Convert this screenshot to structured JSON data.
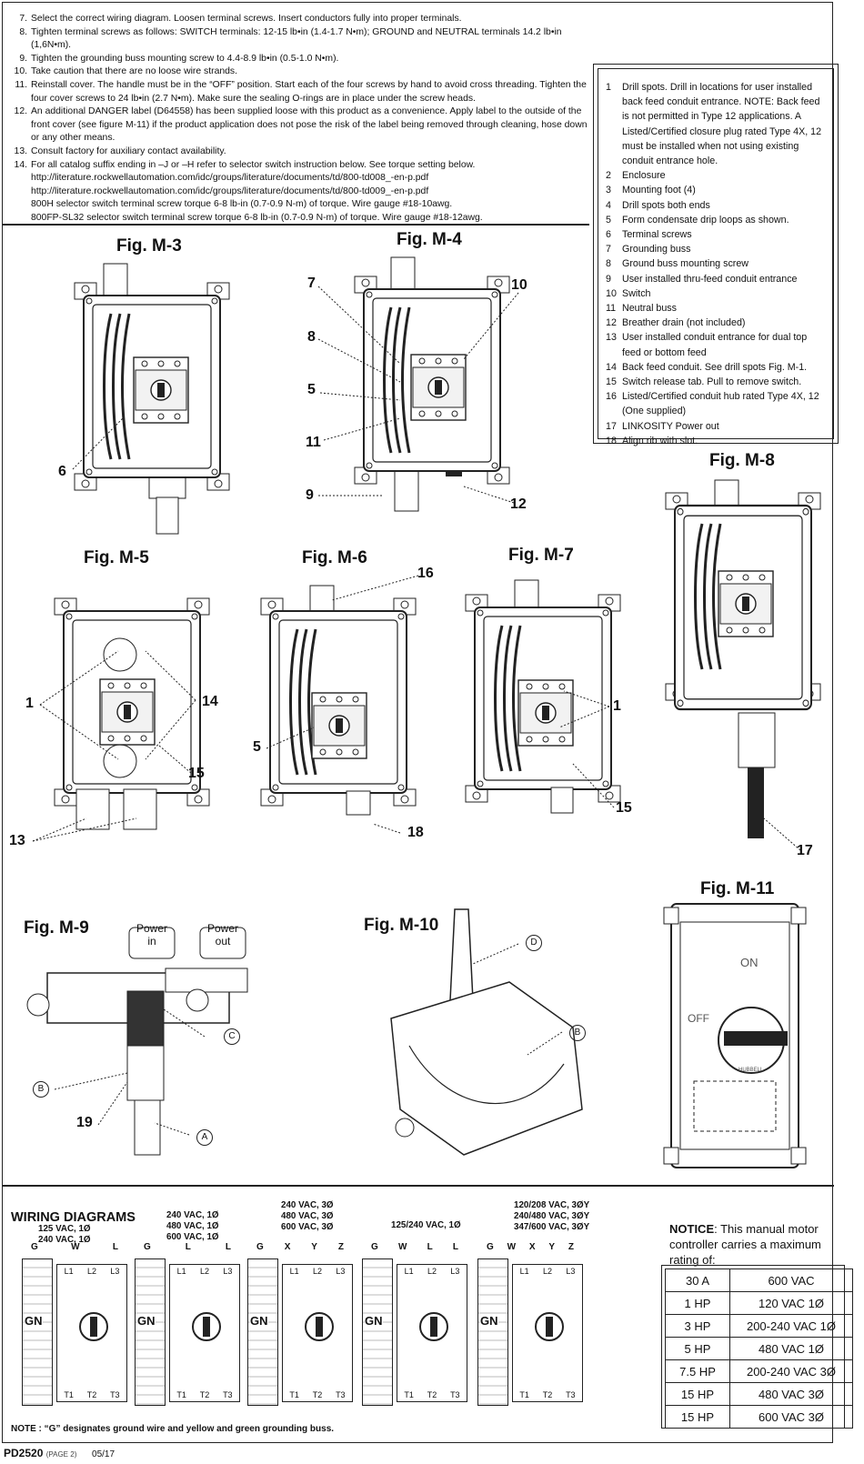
{
  "instructions": [
    {
      "num": "7.",
      "text": "Select the correct wiring diagram. Loosen terminal screws. Insert conductors fully into proper terminals."
    },
    {
      "num": "8.",
      "text": "Tighten terminal screws as follows: SWITCH terminals: 12-15 lb•in (1.4-1.7 N•m); GROUND and NEUTRAL terminals 14.2 lb•in (1,6N•m)."
    },
    {
      "num": "9.",
      "text": "Tighten the grounding buss mounting screw to 4.4-8.9 lb•in (0.5-1.0 N•m)."
    },
    {
      "num": "10.",
      "text": "Take caution that there are no loose wire strands."
    },
    {
      "num": "11.",
      "text": "Reinstall cover. The handle must be in the “OFF” position. Start each of the four screws by hand to avoid cross threading. Tighten the four cover screws to 24 lb•in (2.7 N•m). Make sure the sealing O-rings are in place under the screw heads."
    },
    {
      "num": "12.",
      "text": "An additional DANGER label (D64558) has been supplied loose with this product as a convenience. Apply label to the outside of the front cover (see figure M-11) if the product application does not pose the risk of the label being removed through cleaning, hose down or any other means."
    },
    {
      "num": "13.",
      "text": "Consult factory for auxiliary contact availability."
    },
    {
      "num": "14.",
      "text": "For all catalog suffix ending in –J or –H refer to selector switch instruction below. See torque setting below."
    }
  ],
  "instruction_subs": [
    "http://literature.rockwellautomation.com/idc/groups/literature/documents/td/800-td008_-en-p.pdf",
    "http://literature.rockwellautomation.com/idc/groups/literature/documents/td/800-td009_-en-p.pdf",
    "800H selector switch terminal screw torque 6-8 lb-in (0.7-0.9 N-m) of torque. Wire gauge #18-10awg.",
    "800FP-SL32 selector switch terminal screw torque 6-8 lb-in (0.7-0.9 N-m) of torque. Wire gauge #18-12awg."
  ],
  "legend": [
    {
      "n": "1",
      "t": "Drill spots. Drill in locations for user installed back feed conduit entrance. NOTE: Back feed is not permitted in Type 12 applications. A Listed/Certified closure plug rated Type 4X, 12 must be installed when not using existing conduit entrance hole."
    },
    {
      "n": "2",
      "t": "Enclosure"
    },
    {
      "n": "3",
      "t": "Mounting foot (4)"
    },
    {
      "n": "4",
      "t": "Drill spots both ends"
    },
    {
      "n": "5",
      "t": "Form condensate drip loops as shown."
    },
    {
      "n": "6",
      "t": "Terminal screws"
    },
    {
      "n": "7",
      "t": "Grounding buss"
    },
    {
      "n": "8",
      "t": "Ground buss mounting screw"
    },
    {
      "n": "9",
      "t": "User installed thru-feed conduit entrance"
    },
    {
      "n": "10",
      "t": "Switch"
    },
    {
      "n": "11",
      "t": "Neutral buss"
    },
    {
      "n": "12",
      "t": "Breather drain (not included)"
    },
    {
      "n": "13",
      "t": "User installed conduit entrance for dual top feed or bottom feed"
    },
    {
      "n": "14",
      "t": "Back feed conduit. See drill spots Fig. M-1."
    },
    {
      "n": "15",
      "t": "Switch release tab. Pull to remove switch."
    },
    {
      "n": "16",
      "t": "Listed/Certified conduit hub rated Type 4X, 12 (One supplied)"
    },
    {
      "n": "17",
      "t": "LINKOSITY Power out"
    },
    {
      "n": "18",
      "t": "Align rib with slot."
    }
  ],
  "figures": {
    "m3": "Fig. M-3",
    "m4": "Fig. M-4",
    "m5": "Fig. M-5",
    "m6": "Fig. M-6",
    "m7": "Fig. M-7",
    "m8": "Fig. M-8",
    "m9": "Fig. M-9",
    "m10": "Fig. M-10",
    "m11": "Fig. M-11"
  },
  "callouts": {
    "c6": "6",
    "c7": "7",
    "c8": "8",
    "c5": "5",
    "c11": "11",
    "c10": "10",
    "c9": "9",
    "c12": "12",
    "c1a": "1",
    "c14": "14",
    "c15a": "15",
    "c13": "13",
    "c16": "16",
    "c5b": "5",
    "c18": "18",
    "c1b": "1",
    "c15b": "15",
    "c17": "17",
    "c19": "19",
    "cA": "A",
    "cB": "B",
    "cC": "C",
    "cD": "D",
    "cB2": "B"
  },
  "m9_boxes": {
    "power_in": "Power in",
    "power_out": "Power out"
  },
  "m11_labels": {
    "on": "ON",
    "off": "OFF",
    "brand": "HUBBELL"
  },
  "wiring": {
    "title": "WIRING DIAGRAMS",
    "labels": [
      "125 VAC, 1Ø\n240 VAC, 1Ø",
      "240 VAC, 1Ø\n480 VAC, 1Ø\n600 VAC, 1Ø",
      "240 VAC, 3Ø\n480 VAC, 3Ø\n600 VAC, 3Ø",
      "125/240 VAC, 1Ø",
      "120/208 VAC, 3ØY\n240/480 VAC, 3ØY\n347/600 VAC, 3ØY"
    ],
    "diagrams": [
      {
        "top": [
          "G",
          "W",
          "L"
        ]
      },
      {
        "top": [
          "G",
          "L",
          "L"
        ]
      },
      {
        "top": [
          "G",
          "X",
          "Y",
          "Z"
        ]
      },
      {
        "top": [
          "G",
          "W",
          "L",
          "L"
        ]
      },
      {
        "top": [
          "G",
          "W",
          "X",
          "Y",
          "Z"
        ]
      }
    ],
    "terminal_top": [
      "L1",
      "L2",
      "L3"
    ],
    "terminal_bot": [
      "T1",
      "T2",
      "T3"
    ],
    "gn": "GN",
    "note": "NOTE : “G” designates ground wire and yellow and green grounding buss."
  },
  "notice": {
    "bold": "NOTICE",
    "text": ": This manual motor controller carries a maximum rating of:",
    "rows": [
      [
        "30 A",
        "600 VAC"
      ],
      [
        "1 HP",
        "120 VAC 1Ø"
      ],
      [
        "3 HP",
        "200-240 VAC 1Ø"
      ],
      [
        "5 HP",
        "480 VAC 1Ø"
      ],
      [
        "7.5 HP",
        "200-240 VAC 3Ø"
      ],
      [
        "15 HP",
        "480 VAC 3Ø"
      ],
      [
        "15 HP",
        "600 VAC 3Ø"
      ]
    ]
  },
  "footer": {
    "doc": "PD2520",
    "page": "(PAGE 2)",
    "date": "05/17"
  }
}
